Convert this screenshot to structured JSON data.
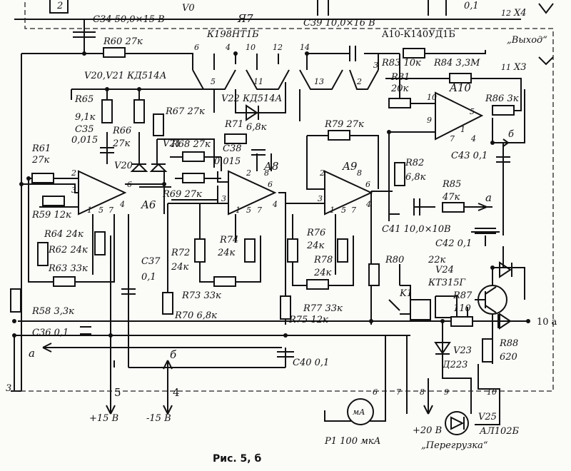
{
  "figure_caption": "Рис. 5, б",
  "chips": {
    "a7_ref": "Я7",
    "a7_type": "К198НТ1Б",
    "a10_ref": "A10-К140УД1Б",
    "a6": "A6",
    "a8": "A8",
    "a9": "A9",
    "a10": "A10"
  },
  "diodes": {
    "v20_v21": "V20,V21  КД514А",
    "v22": "V22 КД514А",
    "v20": "V20",
    "v21": "V21",
    "v23_ref": "V23",
    "v23_type": "Д223",
    "v24_ref": "V24",
    "v24_type": "КТ315Г",
    "v25_ref": "V25",
    "v25_type": "АЛ102Б"
  },
  "resistors": {
    "r58": "R58  3,3к",
    "r59": "R59  12к",
    "r60": "R60  27к",
    "r61_ref": "R61",
    "r61_val": "27к",
    "r62": "R62  24к",
    "r63": "R63  33к",
    "r64": "R64  24к",
    "r65_ref": "R65",
    "r65_val": "9,1к",
    "r66_ref": "R66",
    "r66_val": "27к",
    "r67": "R67  27к",
    "r68": "R68  27к",
    "r69": "R69  27к",
    "r70": "R70  6,8к",
    "r71_ref": "R71",
    "r71_val": "6,8к",
    "r72_ref": "R72",
    "r72_val": "24к",
    "r73": "R73  33к",
    "r74_ref": "R74",
    "r74_val": "24к",
    "r75": "R75  12к",
    "r76_ref": "R76",
    "r76_val": "24к",
    "r77": "R77  33к",
    "r78_ref": "R78",
    "r78_val": "24к",
    "r79": "R79  27к",
    "r80": "R80",
    "r80_val": "22к",
    "r81_ref": "R81",
    "r81_val": "20к",
    "r82_ref": "R82",
    "r82_val": "6,8к",
    "r83": "R83  10к",
    "r84": "R84  3,3М",
    "r85_ref": "R85",
    "r85_val": "47к",
    "r86": "R86  3к",
    "r87_ref": "R87",
    "r87_val": "110",
    "r88_ref": "R88",
    "r88_val": "620"
  },
  "capacitors": {
    "c34": "C34   50,0×15 В",
    "c35_ref": "C35",
    "c35_val": "0,015",
    "c36": "C36  0,1",
    "c37_ref": "C37",
    "c37_val": "0,1",
    "c38_ref": "C38",
    "c38_val": "0,015",
    "c39": "C39  10,0×16 В",
    "c40": "C40  0,1",
    "c41": "C41  10,0×10В",
    "c42": "C42  0,1",
    "c43": "C43  0,1",
    "top_right": "0,1",
    "top_v0": "V0"
  },
  "misc": {
    "k1": "K1",
    "p1": "P1   100 мкА",
    "meter": "мА",
    "overload": "„Перегрузка“",
    "output": "„Выход“",
    "x3": "X3",
    "x4": "X4",
    "plus15": "+15 В",
    "minus15": "-15 В",
    "plus20": "+20 В",
    "a": "а",
    "b": "б",
    "a_out": "а",
    "b_out": "б",
    "ten_a": "10 а",
    "t2": "2",
    "t3": "3",
    "t5": "5",
    "t4": "4",
    "t6": "6",
    "t7": "7",
    "t8": "8",
    "t9": "9",
    "t10": "10",
    "t11": "11",
    "t12": "12"
  },
  "pin_numbers": {
    "a7": [
      "6",
      "4",
      "10",
      "12",
      "14",
      "3",
      "5",
      "11",
      "13",
      "2"
    ],
    "a6": [
      "2",
      "3",
      "6",
      "1",
      "5",
      "7",
      "4"
    ],
    "a8": [
      "2",
      "3",
      "6",
      "8",
      "1",
      "5",
      "7",
      "4"
    ],
    "a9": [
      "2",
      "3",
      "6",
      "8",
      "1",
      "5",
      "7",
      "4"
    ],
    "a10": [
      "10",
      "9",
      "5",
      "1",
      "7",
      "4"
    ]
  }
}
